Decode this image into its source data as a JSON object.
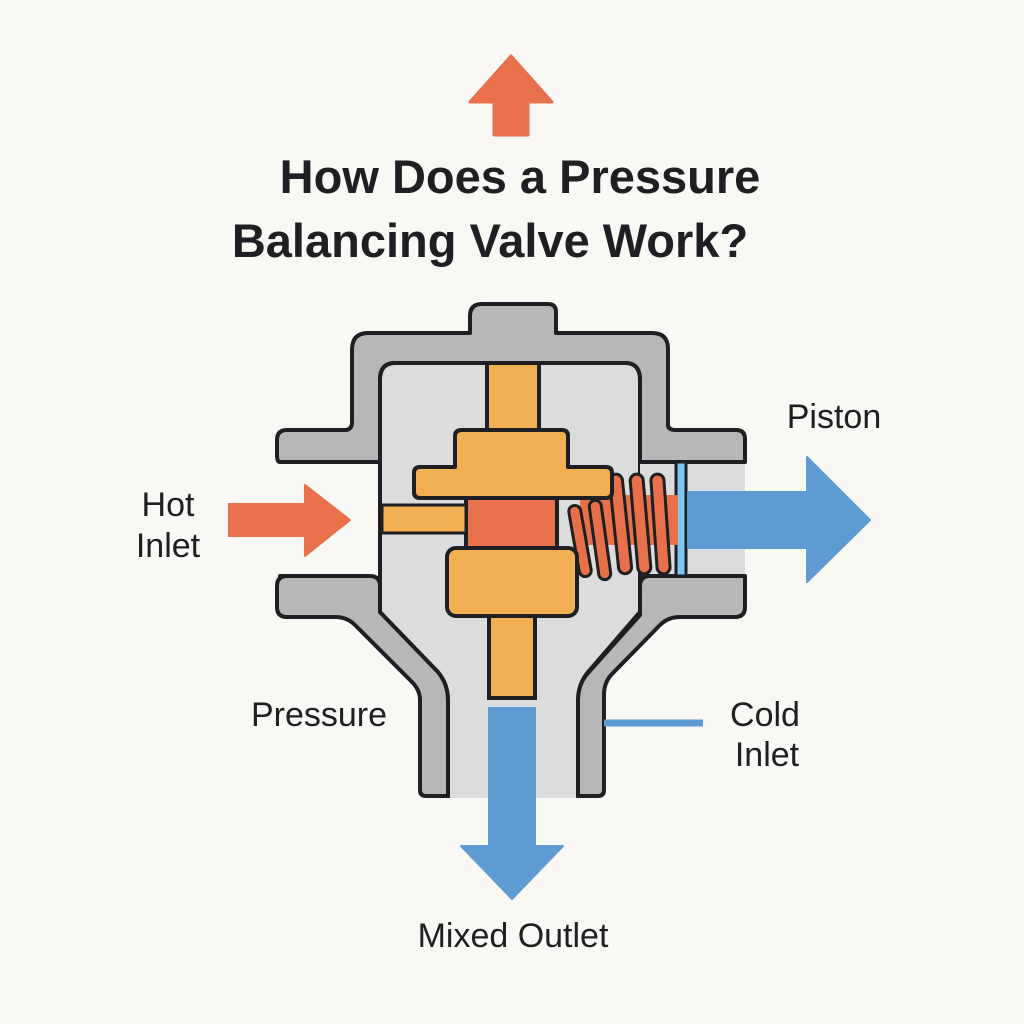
{
  "title": {
    "line1": "How Does a Pressure",
    "line2": "Balancing Valve Work?"
  },
  "labels": {
    "hot_inlet_line1": "Hot",
    "hot_inlet_line2": "Inlet",
    "piston": "Piston",
    "pressure": "Pressure",
    "cold_inlet_line1": "Cold",
    "cold_inlet_line2": "Inlet",
    "mixed_outlet": "Mixed Outlet"
  },
  "icons": {
    "top_arrow": "arrow-up-icon",
    "hot_arrow": "arrow-right-icon",
    "outlet_arrow": "arrow-right-icon",
    "mixed_arrow": "arrow-down-icon"
  },
  "colors": {
    "background": "#f9f8f5",
    "hot": "#e8704a",
    "cold": "#5f9bd3",
    "cold_light": "#7fc6ef",
    "piston": "#f2b052",
    "spring": "#e8704a",
    "body_outer": "#b7b7b7",
    "body_inner": "#dcdcdc",
    "outline": "#1d1f22",
    "text": "#1d1f22"
  }
}
